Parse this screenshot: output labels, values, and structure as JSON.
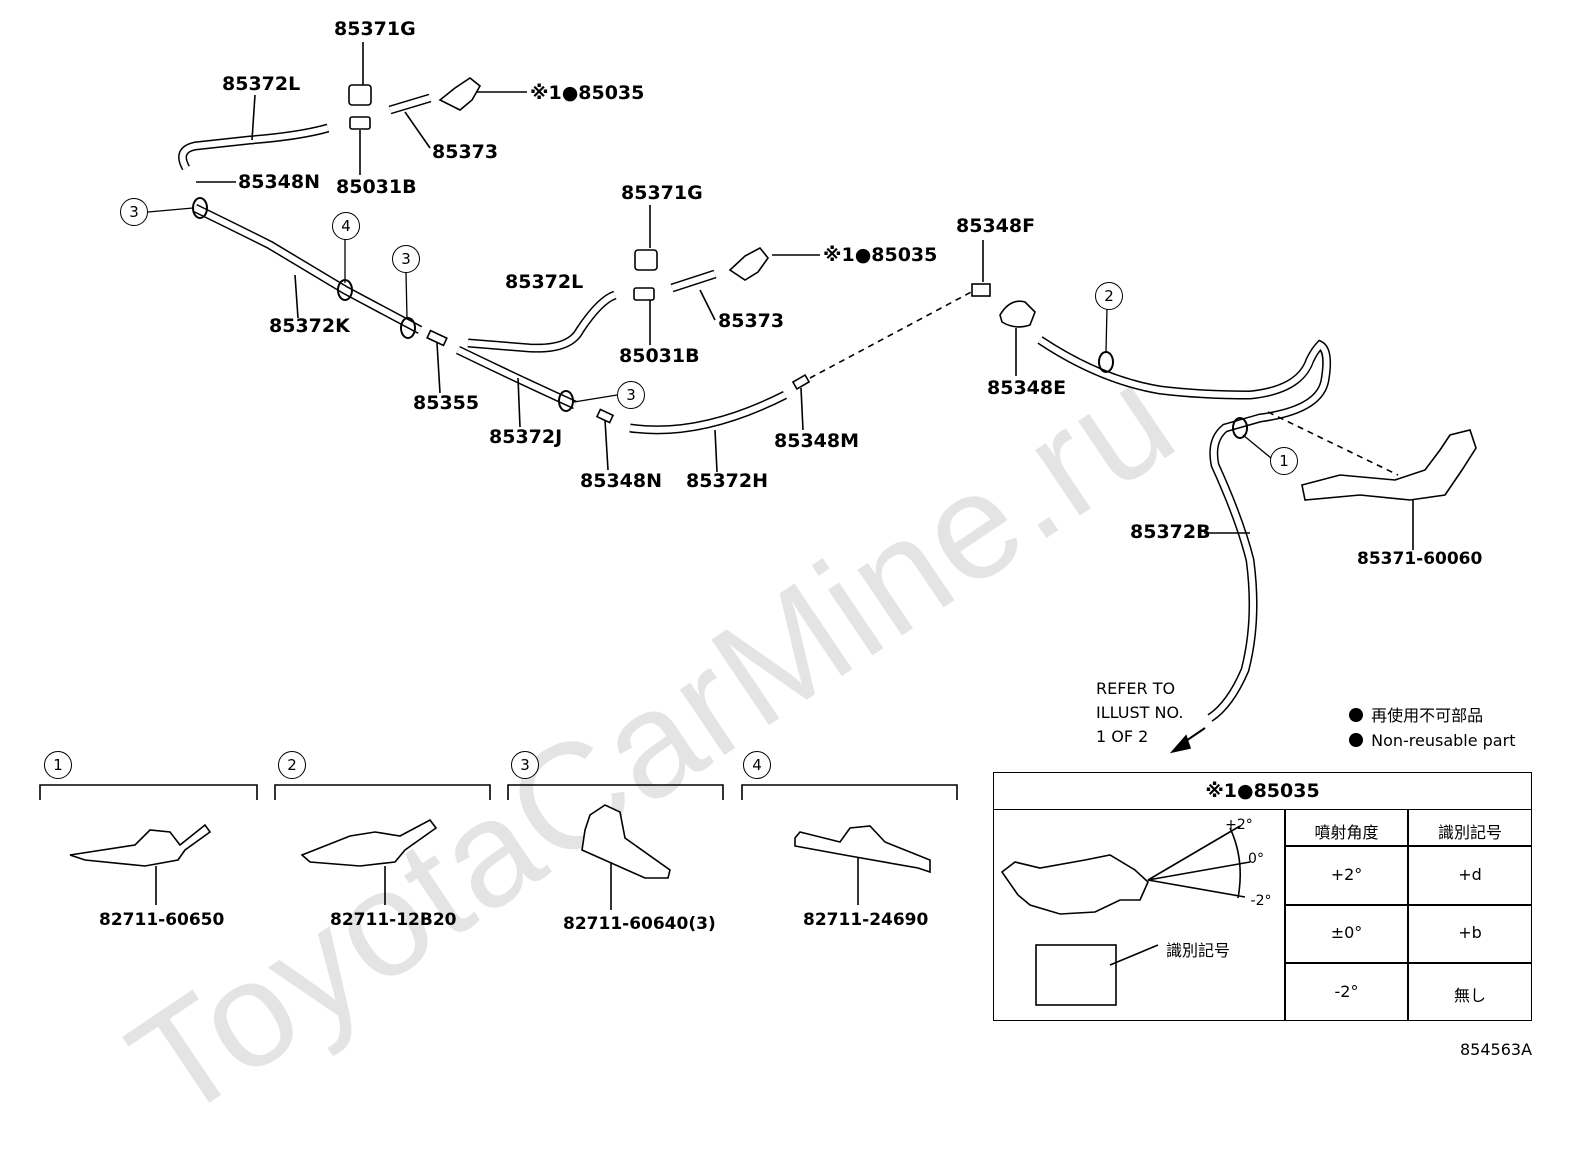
{
  "watermark": "ToyotaCarMine.ru",
  "parts": {
    "p85371G_a": "85371G",
    "p85372L_a": "85372L",
    "p85035_a": "※1●85035",
    "p85373_a": "85373",
    "p85348N_a": "85348N",
    "p85031B_a": "85031B",
    "p85371G_b": "85371G",
    "p85035_b": "※1●85035",
    "p85348F": "85348F",
    "p85372L_b": "85372L",
    "p85373_b": "85373",
    "p85031B_b": "85031B",
    "p85372K": "85372K",
    "p85355": "85355",
    "p85372J": "85372J",
    "p85348N_b": "85348N",
    "p85372H": "85372H",
    "p85348M": "85348M",
    "p85348E": "85348E",
    "p85372B": "85372B",
    "p85371_60060": "85371-60060"
  },
  "callouts": [
    "1",
    "2",
    "3",
    "4"
  ],
  "refer_note": [
    "REFER TO",
    "ILLUST NO.",
    "1 OF 2"
  ],
  "legend": {
    "jp": "再使用不可部品",
    "en": "Non-reusable part"
  },
  "clips": [
    {
      "num": "1",
      "part": "82711-60650"
    },
    {
      "num": "2",
      "part": "82711-12B20"
    },
    {
      "num": "3",
      "part": "82711-60640(3)"
    },
    {
      "num": "4",
      "part": "82711-24690"
    }
  ],
  "detail_table": {
    "title": "※1●85035",
    "angle_marks": [
      "+2°",
      "0°",
      "-2°"
    ],
    "id_mark_label": "識別記号",
    "headers": [
      "噴射角度",
      "識別記号"
    ],
    "rows": [
      [
        "+2°",
        "+d"
      ],
      [
        "±0°",
        "+b"
      ],
      [
        "-2°",
        "無し"
      ]
    ]
  },
  "figure_id": "854563A"
}
